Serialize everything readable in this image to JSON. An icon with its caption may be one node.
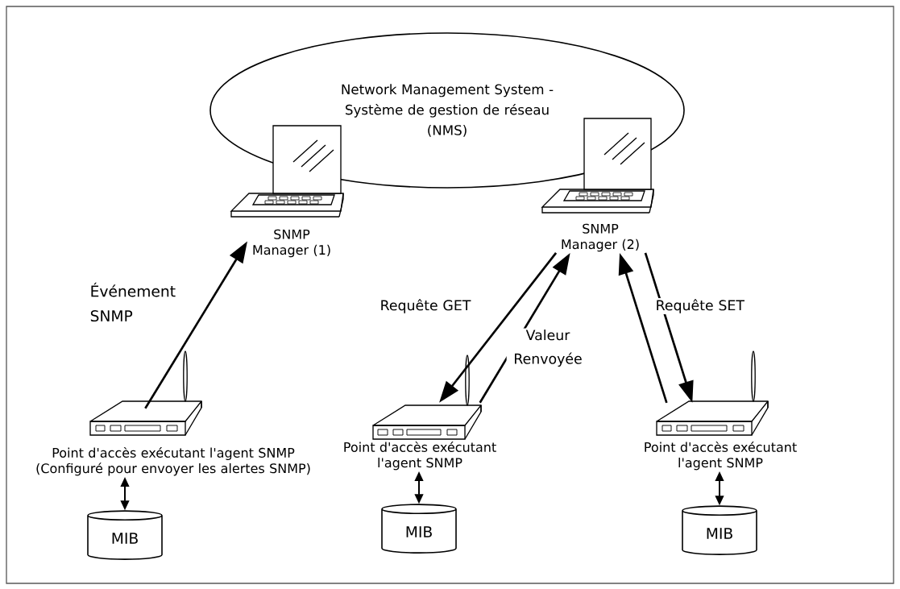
{
  "diagram": {
    "nodes": [
      {
        "text": [
          "Network Management System - Système de gestion de réseau (NMS)"
        ]
      },
      {
        "text": [
          "SNMP Manager (1)"
        ]
      },
      {
        "text": [
          "SNMP Manager (2)"
        ]
      },
      {
        "text": [
          "Point d'accès exécutant l'agent SNMP",
          "(Configuré pour envoyer les alertes SNMP)"
        ]
      },
      {
        "text": [
          "Point d'accès exécutant l'agent SNMP"
        ]
      },
      {
        "text": [
          "Point d'accès exécutant l'agent SNMP"
        ]
      },
      {
        "text": [
          "MIB"
        ]
      },
      {
        "text": [
          "MIB"
        ]
      },
      {
        "text": [
          "MIB"
        ]
      }
    ],
    "edges": [
      {
        "from": 3,
        "to": 1,
        "arrow": "to",
        "label": "Événement SNMP"
      },
      {
        "from": 2,
        "to": 4,
        "arrow": "to",
        "label": "Requête GET"
      },
      {
        "from": 4,
        "to": 2,
        "arrow": "to",
        "label": "Valeur Renvoyée"
      },
      {
        "from": 5,
        "to": 2,
        "arrow": "to"
      },
      {
        "from": 2,
        "to": 5,
        "arrow": "to",
        "label": "Requête SET"
      },
      {
        "from": 3,
        "to": 6,
        "arrow": "both"
      },
      {
        "from": 4,
        "to": 7,
        "arrow": "both"
      },
      {
        "from": 5,
        "to": 8,
        "arrow": "both"
      }
    ]
  }
}
